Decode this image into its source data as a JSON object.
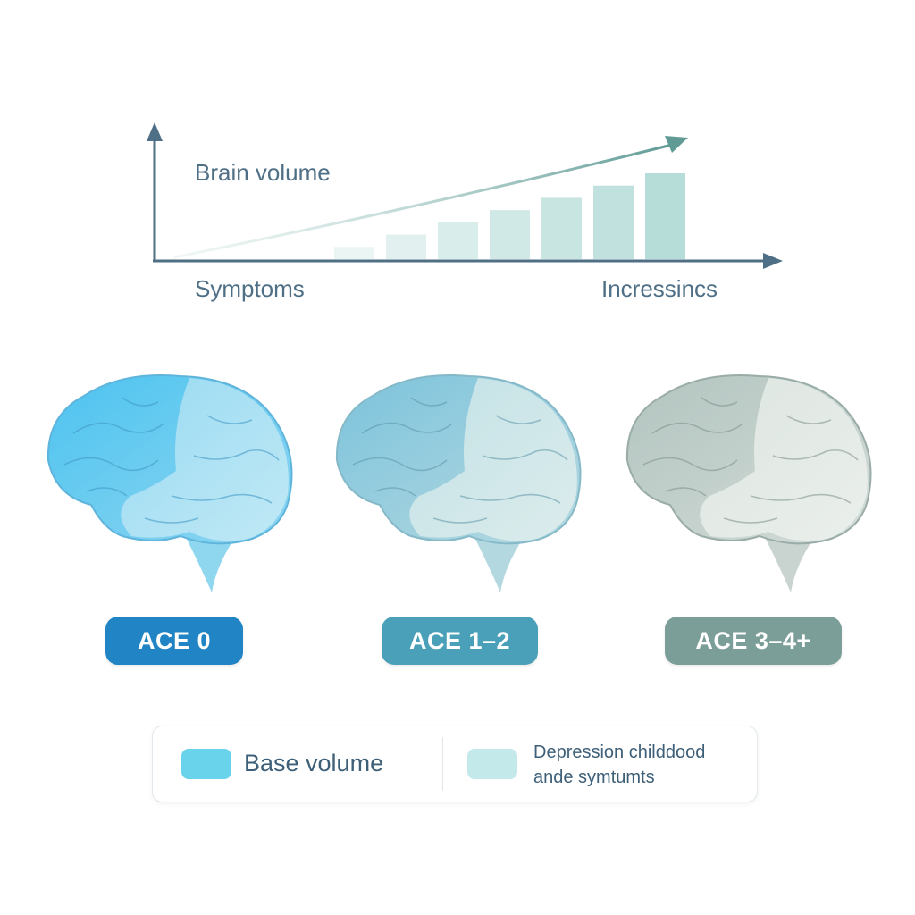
{
  "chart": {
    "ylabel": "Brain volume",
    "xlabel_left": "Symptoms",
    "xlabel_right": "Incressincs"
  },
  "chart_data": {
    "type": "bar",
    "title": "",
    "xlabel": "Symptoms",
    "ylabel": "Brain volume",
    "categories": [
      "",
      "",
      "",
      "",
      "",
      "",
      ""
    ],
    "values": [
      1,
      2,
      3,
      4,
      5,
      6,
      7
    ],
    "grid": false,
    "trend_arrow": true,
    "colors": {
      "bar_light": "#eaf5f4",
      "bar_dark": "#b7ddd8",
      "axis": "#4f6f86",
      "trend": "#5f9a95"
    }
  },
  "groups": [
    {
      "label": "ACE 0",
      "color": "#2184c4"
    },
    {
      "label": "ACE 1–2",
      "color": "#4aa0b8"
    },
    {
      "label": "ACE 3–4+",
      "color": "#7b9e98"
    }
  ],
  "legend": {
    "item1": {
      "label": "Base volume",
      "color": "#6ad3ec"
    },
    "item2": {
      "line1": "Depression childdood",
      "line2": "ande symtumts",
      "color": "#c4e9ea"
    }
  }
}
